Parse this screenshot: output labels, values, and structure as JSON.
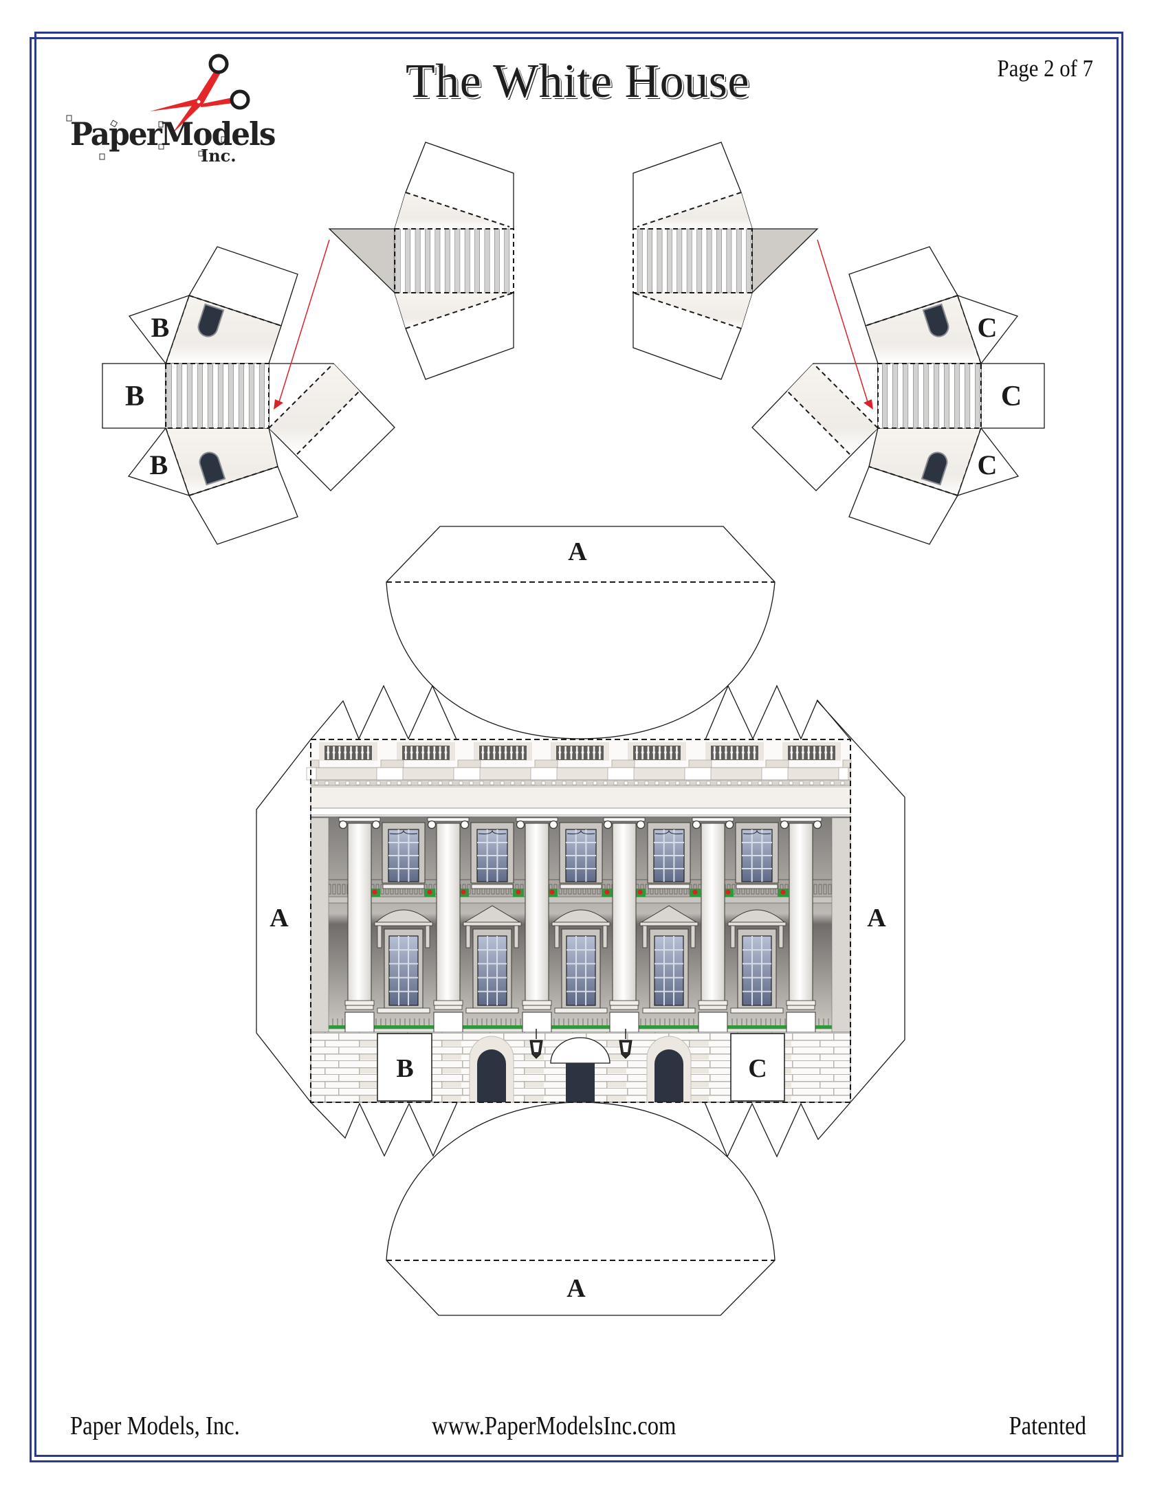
{
  "header": {
    "title": "The White House",
    "page_indicator": "Page 2 of 7"
  },
  "logo": {
    "name": "PaperModels",
    "suffix": "Inc.",
    "icon": "scissors-icon",
    "accent_color": "#e52628"
  },
  "pieces": {
    "left_roof_wing": {
      "tab_labels": [
        "B",
        "B",
        "B"
      ]
    },
    "right_roof_wing": {
      "tab_labels": [
        "C",
        "C",
        "C"
      ]
    },
    "top_dome_panel": {
      "label": "A"
    },
    "bottom_dome_panel": {
      "label": "A"
    },
    "facade": {
      "side_tab_left": "A",
      "side_tab_right": "A",
      "glue_box_left": "B",
      "glue_box_right": "C"
    }
  },
  "colors": {
    "border": "#2b3a8c",
    "fold_arrow": "#d8232a",
    "roof_gray": "#cfcbc7",
    "door_navy": "#2b3440",
    "flower_red": "#e02020",
    "hedge_green": "#2e9a3c"
  },
  "footer": {
    "company": "Paper Models, Inc.",
    "website": "www.PaperModelsInc.com",
    "notice": "Patented"
  }
}
